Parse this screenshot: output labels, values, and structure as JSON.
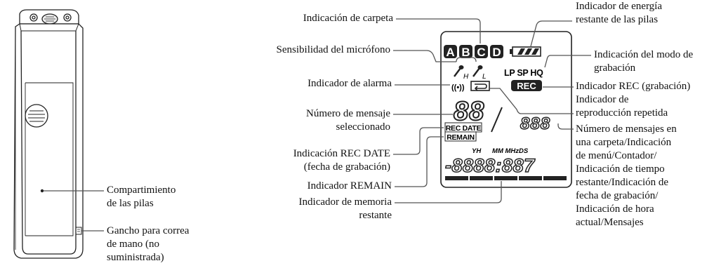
{
  "device_labels": {
    "battery_compartment": [
      "Compartimiento",
      "de las pilas"
    ],
    "strap_hook": [
      "Gancho para correa",
      "de mano (no",
      "suministrada)"
    ]
  },
  "left_labels": {
    "folder": [
      "Indicación de carpeta"
    ],
    "mic_sensitivity": [
      "Sensibilidad del micrófono"
    ],
    "alarm": [
      "Indicador de alarma"
    ],
    "message_number": [
      "Número de mensaje",
      "seleccionado"
    ],
    "rec_date": [
      "Indicación REC DATE",
      "(fecha de grabación)"
    ],
    "remain": [
      "Indicador REMAIN"
    ],
    "memory": [
      "Indicador de memoria",
      "restante"
    ]
  },
  "right_labels": {
    "battery": [
      "Indicador de energía",
      "restante de las pilas"
    ],
    "rec_mode": [
      "Indicación del modo de",
      "grabación"
    ],
    "rec_indicator": [
      "Indicador REC (grabación)"
    ],
    "repeat": [
      "Indicador de",
      "reproducción repetida"
    ],
    "messages": [
      "Número de mensajes en",
      "una carpeta/Indicación",
      "de menú/Contador/",
      "Indicación de tiempo",
      "restante/Indicación de",
      "fecha de grabación/",
      "Indicación de hora",
      "actual/Mensajes"
    ]
  },
  "lcd": {
    "folders": [
      "A",
      "B",
      "C",
      "D"
    ],
    "mic_high": "H",
    "mic_low": "L",
    "modes": "LP SP HQ",
    "rec_badge": "REC",
    "alarm_symbol": "((•))",
    "message_number": "88",
    "rec_date": "REC DATE",
    "remain": "REMAIN",
    "counter_small": "888",
    "unit_row": "YH      MM MHzDS",
    "counter_big": "-8888:887"
  }
}
